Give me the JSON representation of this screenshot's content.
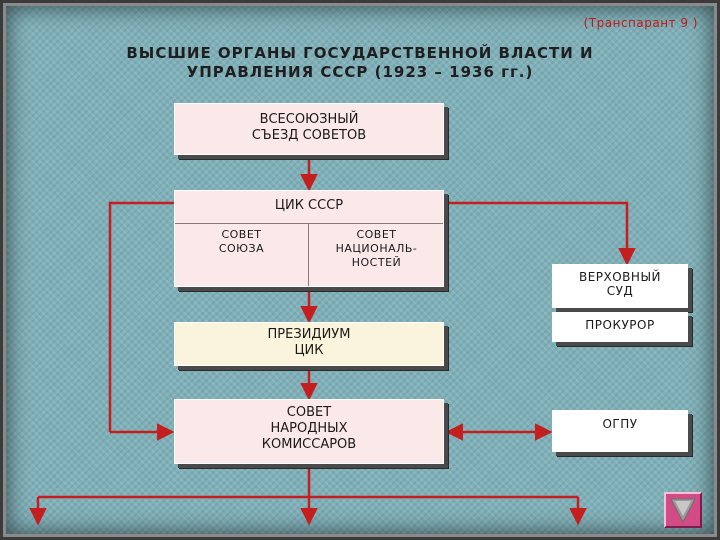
{
  "header": {
    "transparency_label": "(Транспарант 9 )",
    "title_line1": "ВЫСШИЕ ОРГАНЫ ГОСУДАРСТВЕННОЙ ВЛАСТИ И",
    "title_line2": "УПРАВЛЕНИЯ СССР (1923 – 1936 гг.)"
  },
  "nodes": {
    "congress": {
      "line1": "ВСЕСОЮЗНЫЙ",
      "line2": "СЪЕЗД СОВЕТОВ"
    },
    "cik": {
      "label": "ЦИК СССР"
    },
    "council_union": {
      "line1": "СОВЕТ",
      "line2": "СОЮЗА"
    },
    "council_nationalities": {
      "line1": "СОВЕТ",
      "line2": "НАЦИОНАЛЬ-",
      "line3": "НОСТЕЙ"
    },
    "presidium": {
      "line1": "ПРЕЗИДИУМ",
      "line2": "ЦИК"
    },
    "sovnarkom": {
      "line1": "СОВЕТ",
      "line2": "НАРОДНЫХ",
      "line3": "КОМИССАРОВ"
    },
    "supreme_court": {
      "line1": "ВЕРХОВНЫЙ",
      "line2": "СУД"
    },
    "prosecutor": {
      "label": "ПРОКУРОР"
    },
    "ogpu": {
      "label": "ОГПУ"
    }
  },
  "navigation": {
    "next_icon": "triangle-down-icon"
  },
  "colors": {
    "background": "#7fb0b9",
    "box_fill": "#fbe9ea",
    "connector": "#c41e1e",
    "transparency_label": "#c01818",
    "nav_button": "#d24a86"
  }
}
